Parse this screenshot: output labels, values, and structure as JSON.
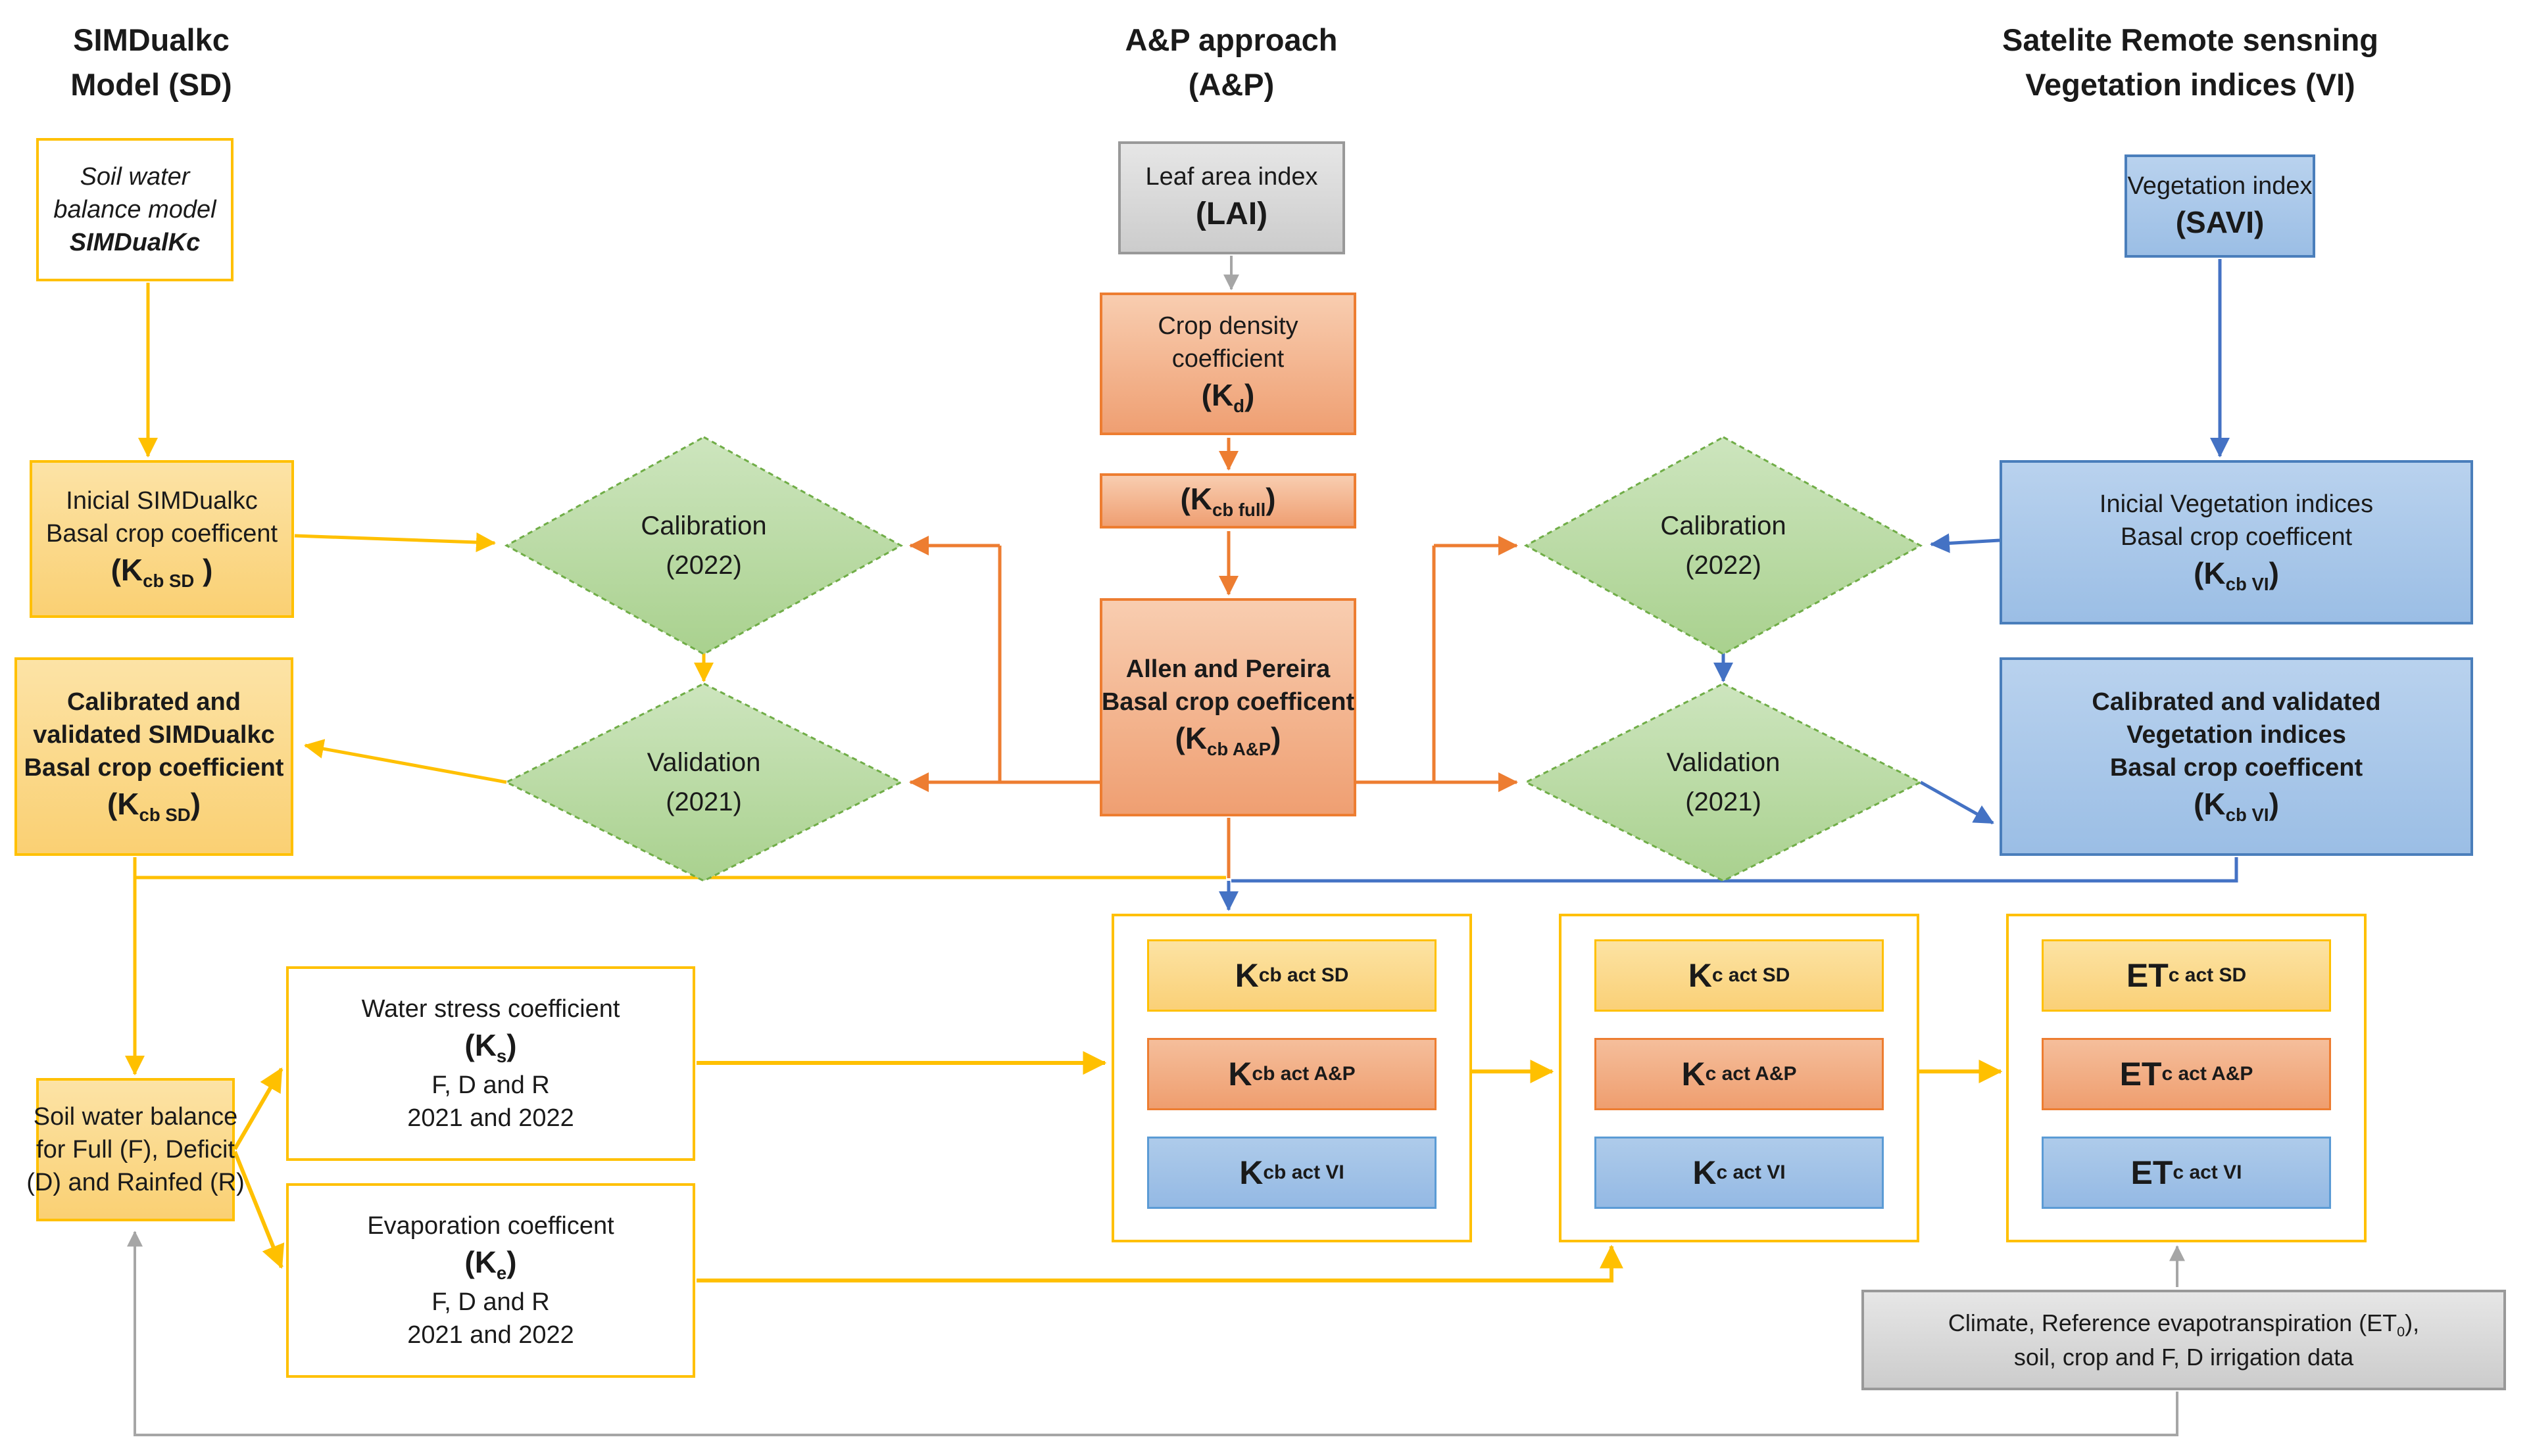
{
  "palette": {
    "yellow": "#FFC000",
    "orange": "#ED7D31",
    "blue": "#4472C4",
    "green": "#70AD47",
    "gray": "#A6A6A6"
  },
  "headers": {
    "sd": {
      "l1": "SIMDualkc",
      "l2": "Model (SD)"
    },
    "ap": {
      "l1": "A&P approach",
      "l2": "(A&P)"
    },
    "vi": {
      "l1": "Satelite Remote sensning",
      "l2": "Vegetation indices (VI)"
    }
  },
  "nodes": {
    "soil_model": {
      "l1": "Soil water",
      "l2": "balance model",
      "l3": "SIMDualKc"
    },
    "lai": {
      "l1": "Leaf area index",
      "l2": "(LAI)"
    },
    "savi": {
      "l1": "Vegetation index",
      "l2": "(SAVI)"
    },
    "kd": {
      "l1": "Crop density",
      "l2": "coefficient",
      "f_pre": "(K",
      "f_sub": "d",
      "f_suf": ")"
    },
    "kcb_full": {
      "f_pre": "(K",
      "f_sub": "cb full",
      "f_suf": ")"
    },
    "allen_pereira": {
      "l1": "Allen and Pereira",
      "l2": "Basal crop coefficent",
      "f_pre": "(K",
      "f_sub": "cb A&P",
      "f_suf": ")"
    },
    "inicial_sd": {
      "l1": "Inicial SIMDualkc",
      "l2": "Basal crop coefficent",
      "f_pre": "(K",
      "f_sub": "cb SD",
      "f_suf": " )"
    },
    "calibrated_sd": {
      "l1": "Calibrated and",
      "l2": "validated SIMDualkc",
      "l3": "Basal crop coefficient",
      "f_pre": "(K",
      "f_sub": "cb SD",
      "f_suf": ")"
    },
    "inicial_vi": {
      "l1": "Inicial Vegetation indices",
      "l2": "Basal crop coefficent",
      "f_pre": "(K",
      "f_sub": "cb VI",
      "f_suf": ")"
    },
    "calibrated_vi": {
      "l1": "Calibrated and validated",
      "l2": "Vegetation indices",
      "l3": "Basal crop coefficent",
      "f_pre": "(K",
      "f_sub": "cb VI",
      "f_suf": ")"
    },
    "calibration": {
      "l1": "Calibration",
      "l2": "(2022)"
    },
    "validation": {
      "l1": "Validation",
      "l2": "(2021)"
    },
    "soil_balance": {
      "l1": "Soil water balance",
      "l2": "for Full (F), Deficit",
      "l3": "(D) and Rainfed (R)"
    },
    "ks": {
      "l1": "Water stress coefficient",
      "f_pre": "(K",
      "f_sub": "s",
      "f_suf": ")",
      "l3": "F, D and R",
      "l4": "2021 and 2022"
    },
    "ke": {
      "l1": "Evaporation coefficent",
      "f_pre": "(K",
      "f_sub": "e",
      "f_suf": ")",
      "l3": "F, D and R",
      "l4": "2021 and 2022"
    },
    "climate": {
      "l1_pre": "Climate, Reference evapotranspiration (ET",
      "l1_sub": "0",
      "l1_suf": "),",
      "l2": "soil, crop and F, D irrigation data"
    }
  },
  "groups": {
    "kcb_act": {
      "items": [
        {
          "pre": "K",
          "sub": "cb act SD"
        },
        {
          "pre": "K",
          "sub": "cb act A&P"
        },
        {
          "pre": "K",
          "sub": "cb act VI"
        }
      ]
    },
    "kc_act": {
      "items": [
        {
          "pre": "K",
          "sub": "c act SD"
        },
        {
          "pre": "K",
          "sub": "c act A&P"
        },
        {
          "pre": "K",
          "sub": "c act VI"
        }
      ]
    },
    "et_act": {
      "items": [
        {
          "pre": "ET",
          "sub": "c act SD"
        },
        {
          "pre": "ET",
          "sub": "c act A&P"
        },
        {
          "pre": "ET",
          "sub": "c act VI"
        }
      ]
    }
  }
}
